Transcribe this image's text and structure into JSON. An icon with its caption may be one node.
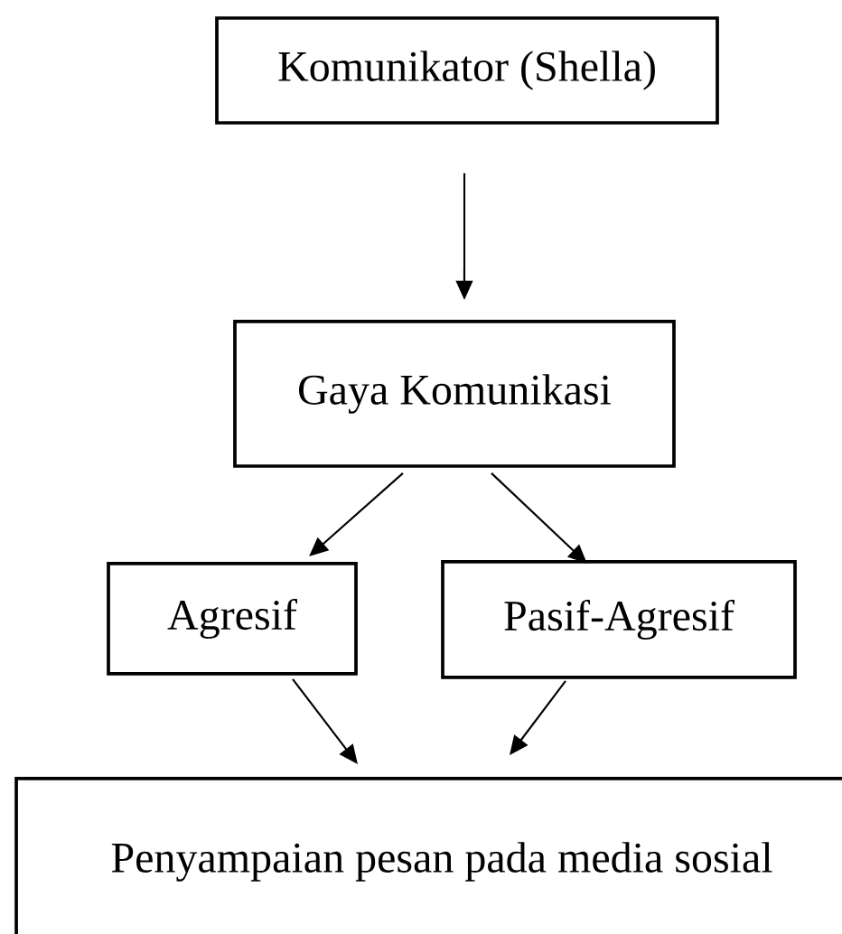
{
  "diagram": {
    "nodes": [
      {
        "text": [
          "Komunikator (Shella)"
        ]
      },
      {
        "text": [
          "Gaya Komunikasi"
        ]
      },
      {
        "text": [
          "Agresif"
        ]
      },
      {
        "text": [
          "Pasif-Agresif"
        ]
      },
      {
        "text": [
          "Penyampaian pesan pada media sosial"
        ]
      }
    ],
    "edges": [
      {
        "from": 0,
        "to": 1,
        "arrow": "to"
      },
      {
        "from": 1,
        "to": 2,
        "arrow": "to"
      },
      {
        "from": 1,
        "to": 3,
        "arrow": "to"
      },
      {
        "from": 2,
        "to": 4,
        "arrow": "to"
      },
      {
        "from": 3,
        "to": 4,
        "arrow": "to"
      }
    ]
  }
}
